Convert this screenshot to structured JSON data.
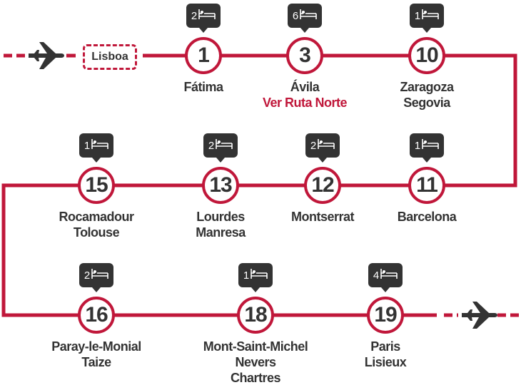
{
  "origin": "Lisboa",
  "colors": {
    "route": "#c0173a",
    "badge": "#333333"
  },
  "stops": [
    {
      "number": "1",
      "nights": "2",
      "names": [
        "Fátima"
      ]
    },
    {
      "number": "3",
      "nights": "6",
      "names": [
        "Ávila"
      ],
      "link": "Ver Ruta Norte"
    },
    {
      "number": "10",
      "nights": "1",
      "names": [
        "Zaragoza",
        "Segovia"
      ]
    },
    {
      "number": "11",
      "nights": "1",
      "names": [
        "Barcelona"
      ]
    },
    {
      "number": "12",
      "nights": "2",
      "names": [
        "Montserrat"
      ]
    },
    {
      "number": "13",
      "nights": "2",
      "names": [
        "Lourdes",
        "Manresa"
      ]
    },
    {
      "number": "15",
      "nights": "1",
      "names": [
        "Rocamadour",
        "Tolouse"
      ]
    },
    {
      "number": "16",
      "nights": "2",
      "names": [
        "Paray-le-Monial",
        "Taize"
      ]
    },
    {
      "number": "18",
      "nights": "1",
      "names": [
        "Mont-Saint-Michel",
        "Nevers",
        "Chartres"
      ]
    },
    {
      "number": "19",
      "nights": "4",
      "names": [
        "Paris",
        "Lisieux"
      ]
    }
  ]
}
